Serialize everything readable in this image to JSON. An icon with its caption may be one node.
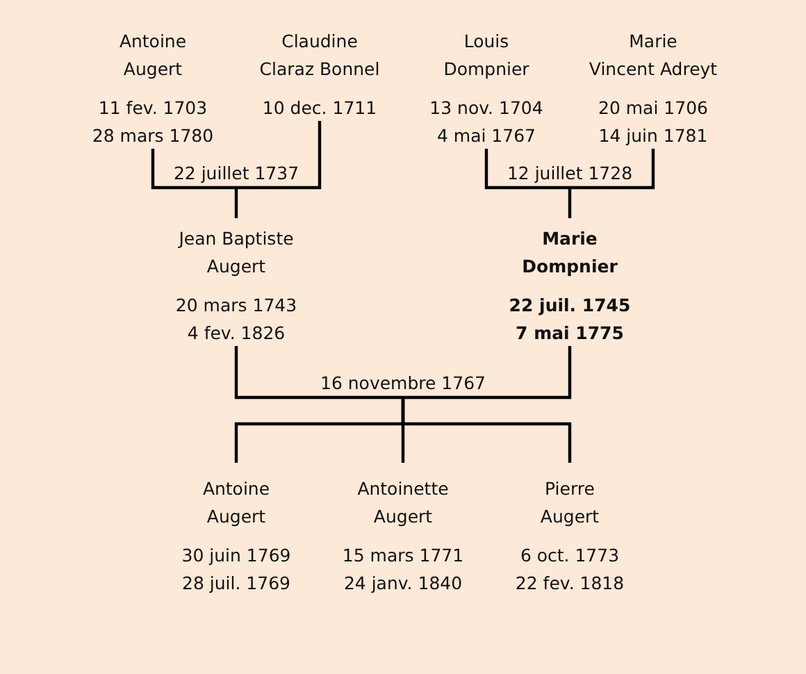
{
  "diagram": {
    "nodes": [
      {
        "text": [
          "Antoine Augert",
          "11 fev. 1703 28 mars 1780"
        ]
      },
      {
        "text": [
          "Claudine Claraz Bonnel",
          "10 dec. 1711"
        ]
      },
      {
        "text": [
          "Louis Dompnier",
          "13 nov. 1704 4 mai 1767"
        ]
      },
      {
        "text": [
          "Marie Vincent Adreyt",
          "20 mai 1706 14 juin 1781"
        ]
      },
      {
        "text": [
          "22 juillet 1737"
        ]
      },
      {
        "text": [
          "12 juillet 1728"
        ]
      },
      {
        "text": [
          "Jean Baptiste Augert",
          "20 mars 1743 4 fev. 1826"
        ]
      },
      {
        "text": [
          "Marie Dompnier",
          "22 juil. 1745 7 mai 1775"
        ]
      },
      {
        "text": [
          "16 novembre 1767"
        ]
      },
      {
        "text": [
          "Antoine Augert",
          "30 juin 1769 28 juil. 1769"
        ]
      },
      {
        "text": [
          "Antoinette Augert",
          "15 mars 1771 24 janv. 1840"
        ]
      },
      {
        "text": [
          "Pierre Augert",
          "6 oct. 1773 22 fev. 1818"
        ]
      }
    ],
    "edges": [
      {
        "from": 0,
        "to": 4,
        "arrow": "none"
      },
      {
        "from": 1,
        "to": 4,
        "arrow": "none"
      },
      {
        "from": 2,
        "to": 5,
        "arrow": "none"
      },
      {
        "from": 3,
        "to": 5,
        "arrow": "none"
      },
      {
        "from": 4,
        "to": 6,
        "arrow": "none"
      },
      {
        "from": 5,
        "to": 7,
        "arrow": "none"
      },
      {
        "from": 6,
        "to": 8,
        "arrow": "none"
      },
      {
        "from": 7,
        "to": 8,
        "arrow": "none"
      },
      {
        "from": 8,
        "to": 9,
        "arrow": "none"
      },
      {
        "from": 8,
        "to": 10,
        "arrow": "none"
      },
      {
        "from": 8,
        "to": 11,
        "arrow": "none"
      }
    ]
  }
}
